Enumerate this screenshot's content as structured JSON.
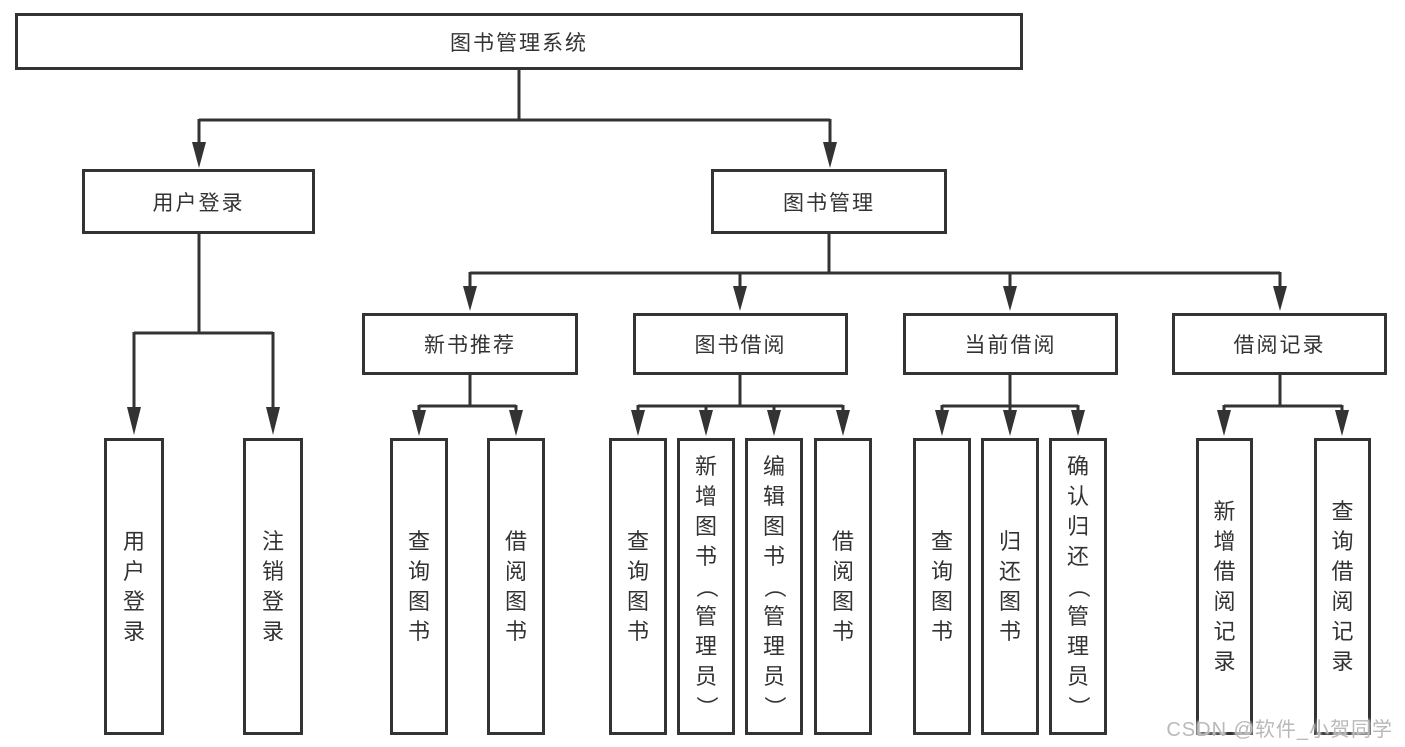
{
  "watermark": "CSDN @软件_小贺同学",
  "colors": {
    "line": "#333333",
    "box_border": "#333333",
    "text": "#333333",
    "background": "#ffffff",
    "watermark": "#b9b9b9"
  },
  "diagram": {
    "title": "图书管理系统",
    "branches": [
      {
        "label": "用户登录",
        "children": [
          {
            "label": "用户登录"
          },
          {
            "label": "注销登录"
          }
        ]
      },
      {
        "label": "图书管理",
        "children": [
          {
            "label": "新书推荐",
            "children": [
              {
                "label": "查询图书"
              },
              {
                "label": "借阅图书"
              }
            ]
          },
          {
            "label": "图书借阅",
            "children": [
              {
                "label": "查询图书"
              },
              {
                "label": "新增图书（管理员）"
              },
              {
                "label": "编辑图书（管理员）"
              },
              {
                "label": "借阅图书"
              }
            ]
          },
          {
            "label": "当前借阅",
            "children": [
              {
                "label": "查询图书"
              },
              {
                "label": "归还图书"
              },
              {
                "label": "确认归还（管理员）"
              }
            ]
          },
          {
            "label": "借阅记录",
            "children": [
              {
                "label": "新增借阅记录"
              },
              {
                "label": "查询借阅记录"
              }
            ]
          }
        ]
      }
    ]
  }
}
